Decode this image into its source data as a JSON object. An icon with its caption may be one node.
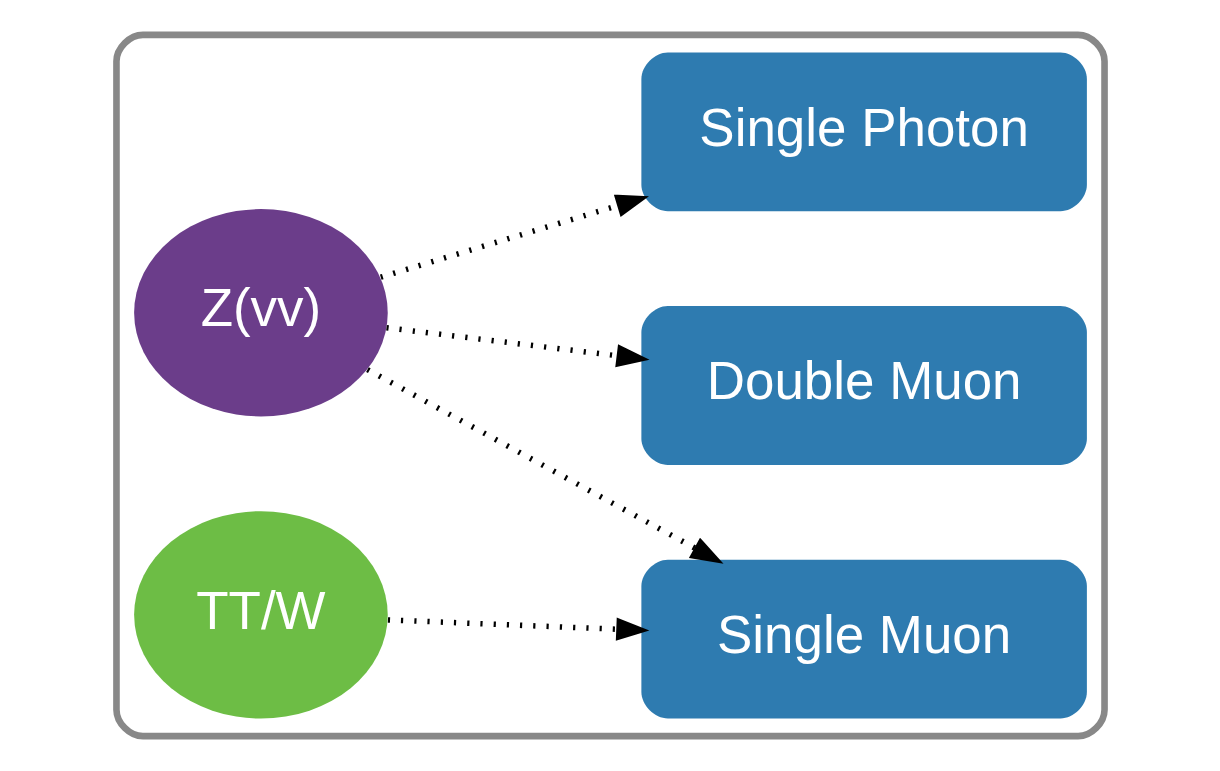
{
  "diagram": {
    "nodes": [
      {
        "text": [],
        "shape": "box"
      },
      {
        "text": [
          "TT/W"
        ],
        "in": 0
      },
      {
        "text": [
          "Z(vv)"
        ],
        "in": 0
      },
      {
        "text": [
          "Single Muon"
        ],
        "in": 0
      },
      {
        "text": [
          "Double Muon"
        ],
        "in": 0
      },
      {
        "text": [
          "Single Photon"
        ],
        "in": 0
      }
    ],
    "edges": [
      {
        "from": 1,
        "to": 3,
        "arrow": "to",
        "style": "dashed"
      },
      {
        "from": 2,
        "to": 3,
        "arrow": "to",
        "style": "dashed"
      },
      {
        "from": 2,
        "to": 4,
        "arrow": "to",
        "style": "dashed"
      },
      {
        "from": 2,
        "to": 5,
        "arrow": "to",
        "style": "dashed"
      }
    ]
  }
}
